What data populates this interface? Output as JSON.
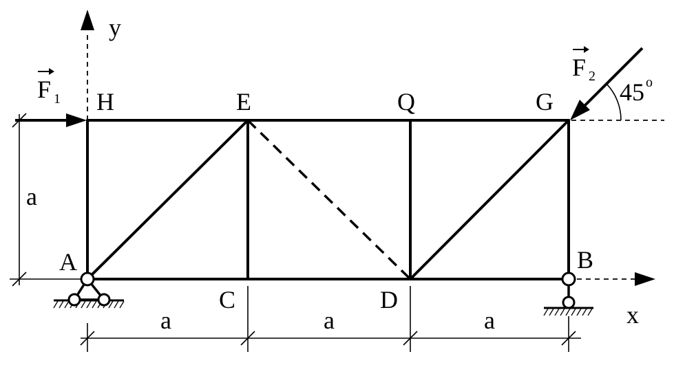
{
  "nodes": {
    "A": "A",
    "B": "B",
    "C": "C",
    "D": "D",
    "E": "E",
    "G": "G",
    "H": "H",
    "Q": "Q"
  },
  "axes": {
    "x": "x",
    "y": "y"
  },
  "forces": {
    "f1": {
      "letter": "F",
      "subscript": "1"
    },
    "f2": {
      "letter": "F",
      "subscript": "2"
    }
  },
  "angle": {
    "value": "45",
    "unit": "o"
  },
  "dimensions": {
    "height": "a",
    "span_1": "a",
    "span_2": "a",
    "span_3": "a"
  }
}
